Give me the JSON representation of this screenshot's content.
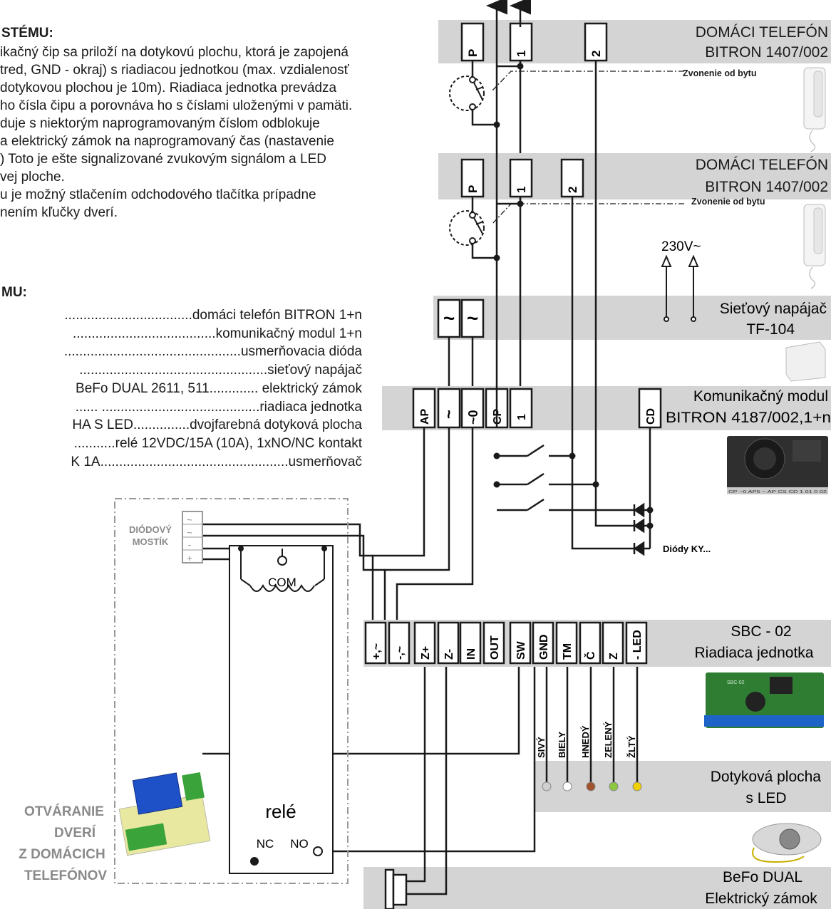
{
  "left_text": {
    "heading1": "STÉMU:",
    "paragraph": [
      "ikačný čip sa priloží na dotykovú plochu, ktorá je zapojená",
      "tred, GND - okraj) s riadiacou jednotkou (max. vzdialenosť",
      "dotykovou plochou je 10m). Riadiaca jednotka prevádza",
      "ho čísla čipu a porovnáva ho s číslami uloženými v pamäti.",
      "duje s niektorým naprogramovaným číslom odblokuje",
      "a elektrický zámok na naprogramovaný čas (nastavenie",
      ") Toto je ešte signalizované zvukovým signálom a LED",
      "vej ploche.",
      "u je možný stlačením odchodového tlačítka prípadne",
      "nením kľučky dverí."
    ],
    "heading2": "MU:",
    "parts": [
      "..................................domáci telefón BITRON 1+n",
      "......................................komunikačný modul 1+n",
      "...............................................usmerňovacia dióda",
      "..................................................sieťový napájač",
      "BeFo DUAL 2611, 511............. elektrický zámok",
      "...... ..........................................riadiaca jednotka",
      "HA S LED...............dvojfarebná dotyková plocha",
      "...........relé 12VDC/15A (10A), 1xNO/NC kontakt",
      "K 1A..................................................usmerňovač"
    ]
  },
  "phone1": {
    "title": "DOMÁCI TELEFÓN",
    "model": "BITRON 1407/002",
    "ring": "Zvonenie od bytu",
    "terms": [
      "P",
      "1",
      "2"
    ]
  },
  "phone2": {
    "title": "DOMÁCI TELEFÓN",
    "model": "BITRON 1407/002",
    "ring": "Zvonenie od bytu",
    "terms": [
      "P",
      "1",
      "2"
    ]
  },
  "psu": {
    "voltage": "230V~",
    "title": "Sieťový napájač",
    "model": "TF-104",
    "terms": [
      "~",
      "~"
    ]
  },
  "module": {
    "title": "Komunikačný modul",
    "model": "BITRON 4187/002,1+n",
    "terms": [
      "AP",
      "~",
      "~0",
      "CP",
      "1"
    ],
    "cd": "CD",
    "pcb_label": "CP ~0 AP5 ~ AP CS CD 1 01 0 02"
  },
  "diodes": {
    "label": "Diódy KY..."
  },
  "sbc": {
    "title": "SBC - 02",
    "subtitle": "Riadiaca jednotka",
    "terms": [
      "+,~",
      "-,~",
      "Z+",
      "Z-",
      "IN",
      "OUT",
      "SW",
      "GND",
      "TM",
      "Č",
      "Z",
      "- LED"
    ],
    "pcb_label": "SBC-02"
  },
  "touch": {
    "title": "Dotyková plocha",
    "subtitle": "s LED",
    "wires": [
      "SIVÝ",
      "BIELY",
      "HNEDÝ",
      "ZELENÝ",
      "ŽLTÝ"
    ],
    "wire_colors": [
      "#d0d0d0",
      "#ffffff",
      "#a0522d",
      "#8dc63f",
      "#f0d000"
    ]
  },
  "lock": {
    "title": "BeFo DUAL",
    "subtitle": "Elektrický zámok"
  },
  "relay_box": {
    "bridge_label": [
      "DIÓDOVÝ",
      "MOSTÍK"
    ],
    "bridge_terms": [
      "~",
      "~",
      "-",
      "+"
    ],
    "com": "COM",
    "relay": "relé",
    "nc": "NC",
    "no": "NO",
    "side_label": [
      "OTVÁRANIE",
      "DVERÍ",
      "Z DOMÁCICH",
      "TELEFÓNOV"
    ]
  },
  "colors": {
    "bar": "#d4d4d4",
    "line": "#1a1a1a",
    "dash": "#999999",
    "side_label": "#8a8a8a"
  }
}
